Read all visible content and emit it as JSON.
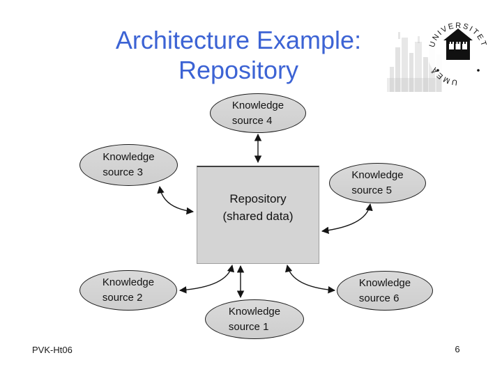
{
  "slide": {
    "title": {
      "line1": "Architecture Example:",
      "line2": "Repository"
    },
    "logo": {
      "text_top": "UNIVERSITET",
      "text_bottom": "UMEÅ"
    },
    "footer": {
      "course_code": "PVK-Ht06",
      "page_number": "6"
    },
    "colors": {
      "title_blue": "#3c63d4",
      "shape_fill": "#d4d4d4",
      "outline": "#1c1c1c"
    },
    "diagram": {
      "repository": {
        "line1": "Repository",
        "line2": "(shared data)"
      },
      "nodes": [
        {
          "id": "knowledge-source-1",
          "line1": "Knowledge",
          "line2": "source 1"
        },
        {
          "id": "knowledge-source-2",
          "line1": "Knowledge",
          "line2": "source 2"
        },
        {
          "id": "knowledge-source-3",
          "line1": "Knowledge",
          "line2": "source 3"
        },
        {
          "id": "knowledge-source-4",
          "line1": "Knowledge",
          "line2": "source 4"
        },
        {
          "id": "knowledge-source-5",
          "line1": "Knowledge",
          "line2": "source 5"
        },
        {
          "id": "knowledge-source-6",
          "line1": "Knowledge",
          "line2": "source 6"
        }
      ]
    }
  }
}
